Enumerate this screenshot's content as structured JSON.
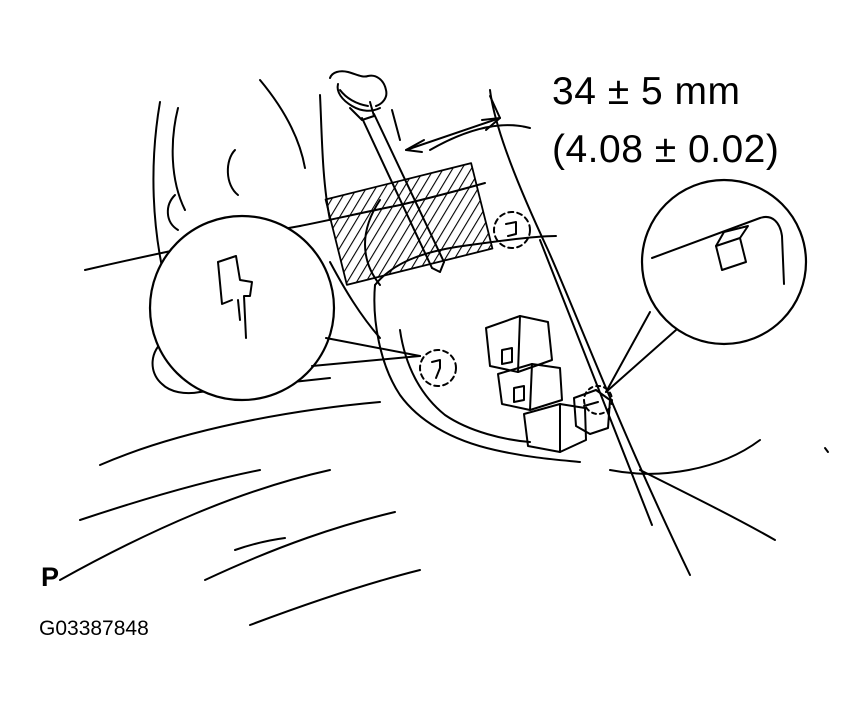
{
  "diagram": {
    "dimension_primary": "34 ± 5 mm",
    "dimension_secondary": "(4.08 ± 0.02)",
    "view_marker": "P",
    "figure_id": "G03387848"
  },
  "colors": {
    "ink": "#000000",
    "paper": "#ffffff"
  },
  "icons": {
    "screwdriver": "screwdriver-icon",
    "hatched_region": "hatched-area",
    "detail_callout_left": "clip-detail-callout",
    "detail_callout_right": "tab-detail-callout"
  }
}
